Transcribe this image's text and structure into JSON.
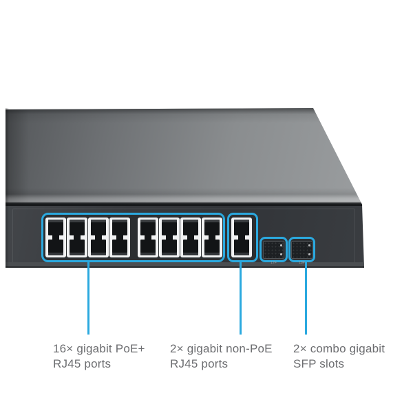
{
  "accent_color": "#2BA9DF",
  "label_text_color": "#6C6D70",
  "device": {
    "kind": "rackmount network switch, front-left perspective view",
    "rj45_poe": {
      "count": 16,
      "rows": 2,
      "blocks": [
        4,
        4
      ]
    },
    "rj45_nonpoe": {
      "count": 2,
      "rows": 2,
      "columns": 1
    },
    "sfp": {
      "count": 2,
      "labels": [
        "17F",
        "18F"
      ]
    }
  },
  "annotations": [
    {
      "id": "poe",
      "line1": "16× gigabit PoE+",
      "line2": "RJ45 ports"
    },
    {
      "id": "nonpoe",
      "line1": "2× gigabit non-PoE",
      "line2": "RJ45 ports"
    },
    {
      "id": "sfp",
      "line1": "2× combo gigabit",
      "line2": "SFP slots"
    }
  ]
}
